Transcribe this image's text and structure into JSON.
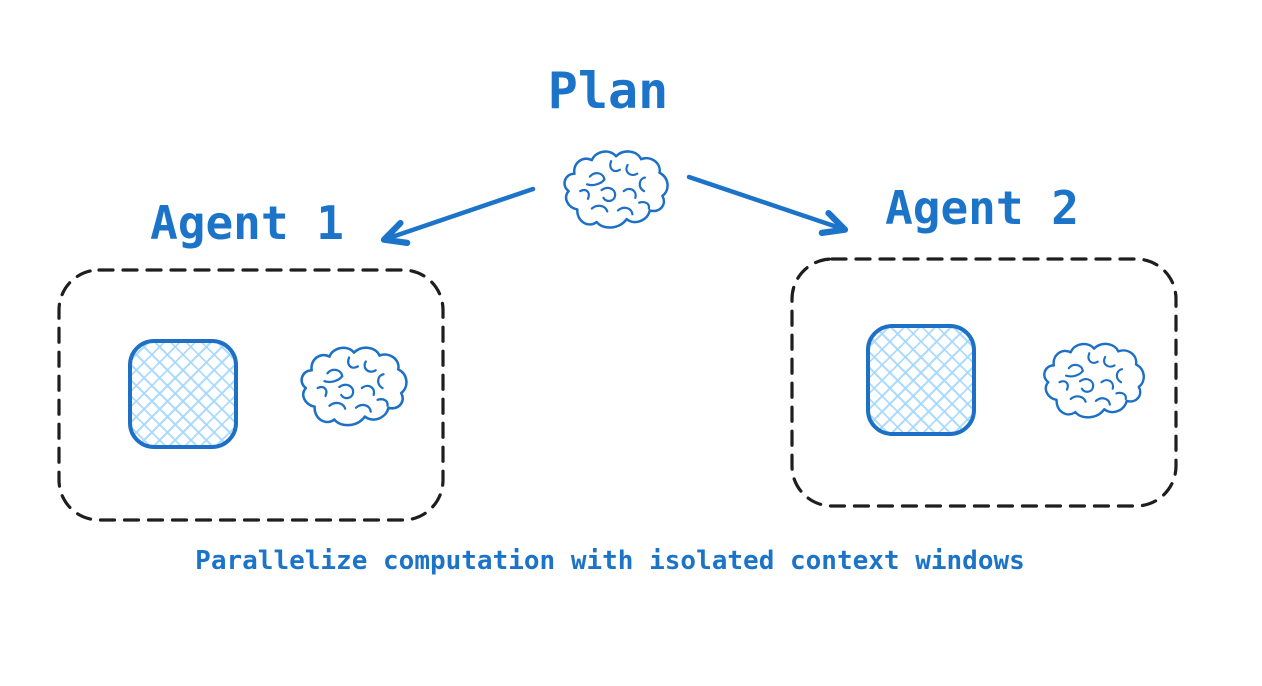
{
  "diagram": {
    "title": "Plan",
    "caption": "Parallelize computation with isolated context windows",
    "agents": [
      {
        "label": "Agent 1"
      },
      {
        "label": "Agent 2"
      }
    ],
    "icons": {
      "planner": "brain-icon",
      "agent_model": "brain-icon",
      "context_window": "crosshatched-rounded-square"
    },
    "colors": {
      "accent_blue": "#1c74c9",
      "stroke_blue": "#1d70c5",
      "crosshatch_light_blue": "#a5d8ff",
      "dashed_box_black": "#1e1e1e",
      "background": "#ffffff"
    }
  }
}
